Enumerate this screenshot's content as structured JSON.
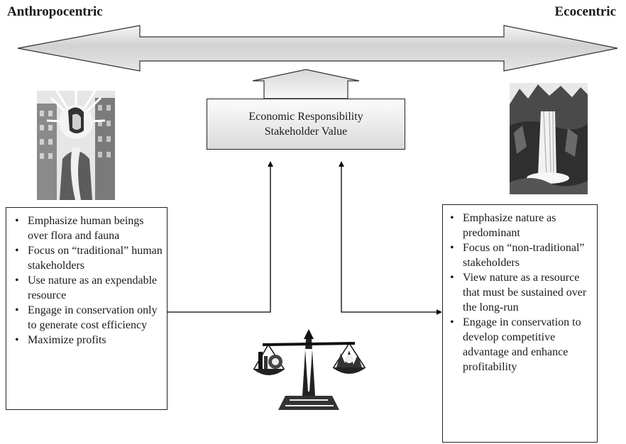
{
  "left_pole": "Anthropocentric",
  "right_pole": "Ecocentric",
  "center_box": {
    "line1": "Economic Responsibility",
    "line2": "Stakeholder Value"
  },
  "left_list": [
    "Emphasize human beings over flora and fauna",
    "Focus on “traditional” human stakeholders",
    "Use nature as an expendable resource",
    "Engage in conservation only to generate cost efficiency",
    "Maximize profits"
  ],
  "right_list": [
    "Emphasize nature as predominant",
    "Focus on “non-traditional” stakeholders",
    "View nature as a resource that must be sustained over the long-run",
    "Engage in conservation to develop competitive advantage and enhance profitability"
  ],
  "icons": {
    "left": "city-person-clipart-icon",
    "right": "waterfall-clipart-icon",
    "bottom": "balance-scale-clipart-icon"
  }
}
